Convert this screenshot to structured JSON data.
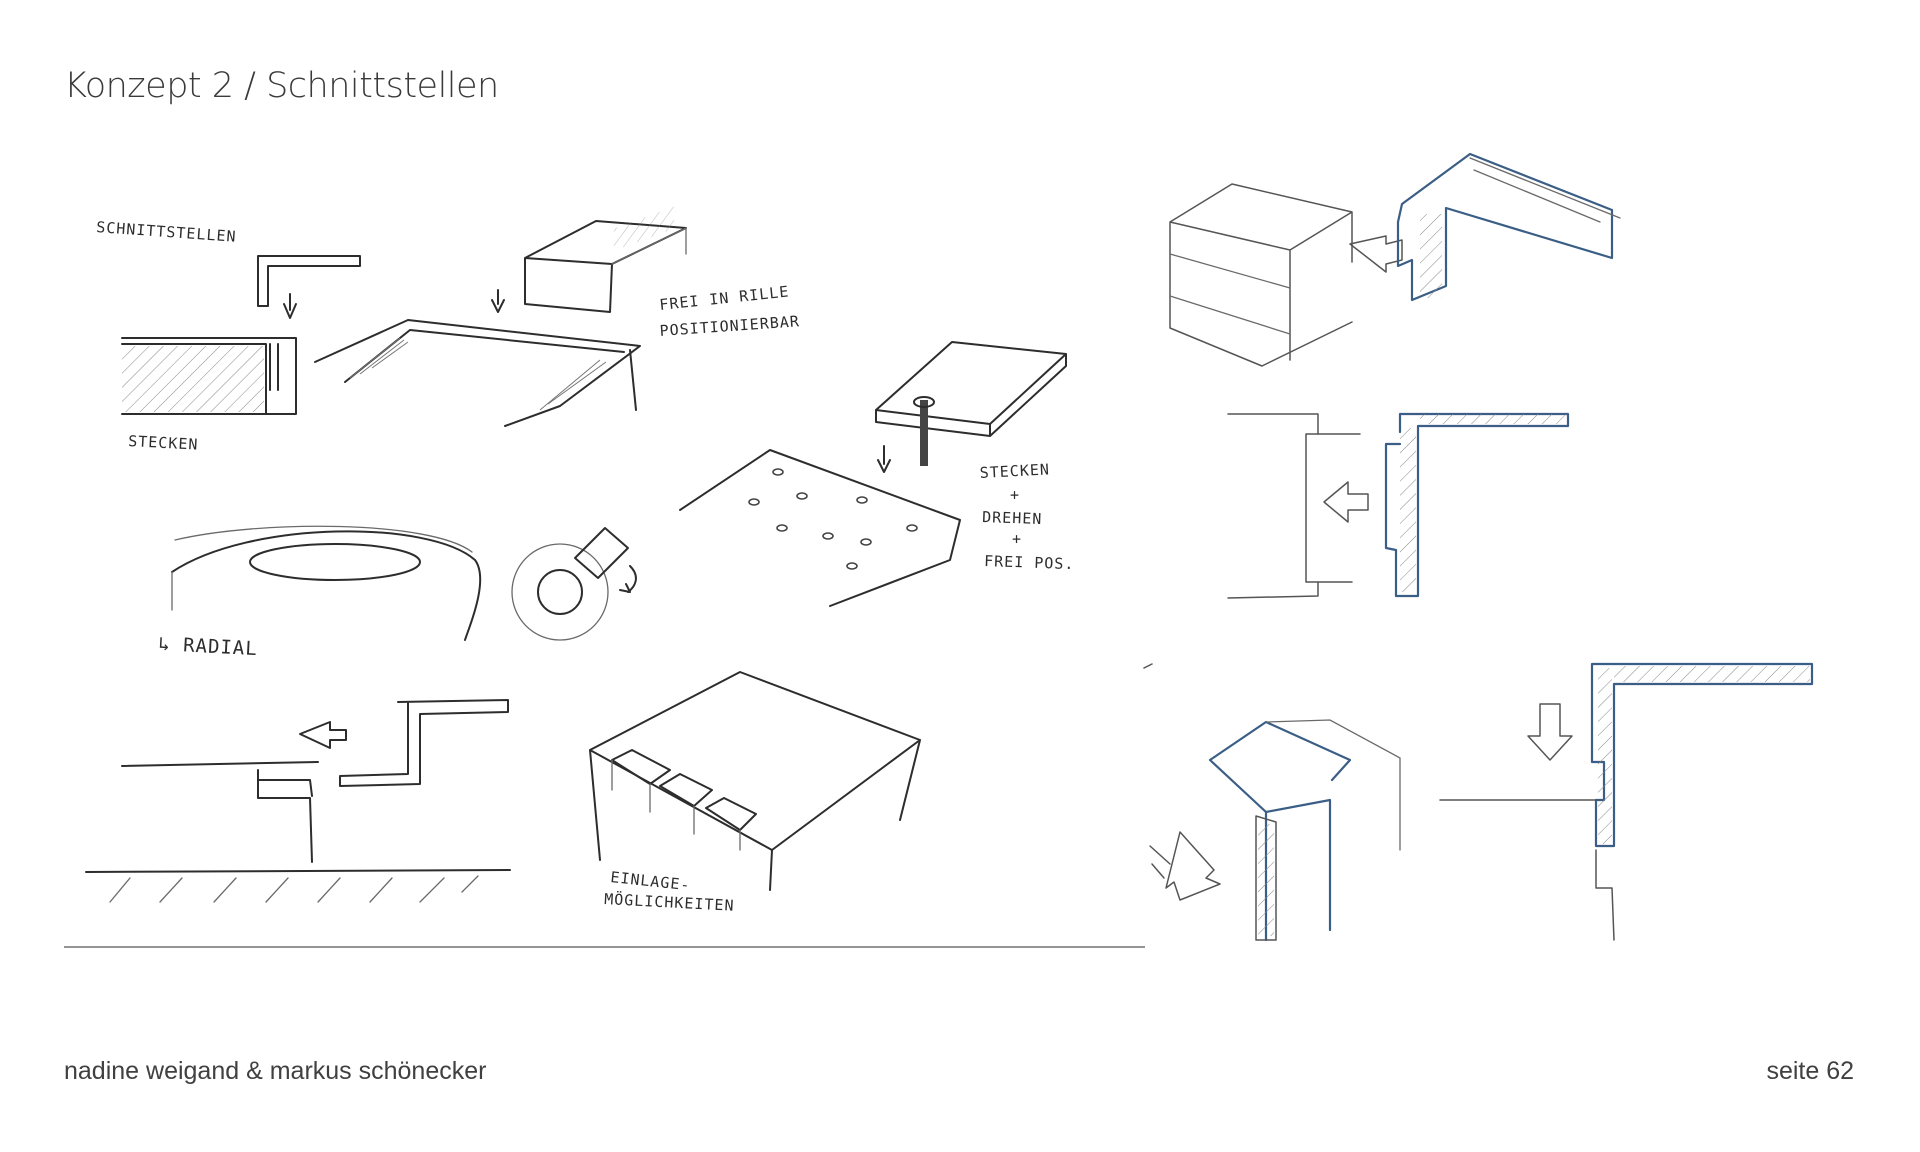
{
  "page": {
    "title": "Konzept 2 / Schnittstellen",
    "footer_left": "nadine weigand & markus schönecker",
    "footer_right": "seite 62"
  },
  "sketch_labels": {
    "schnittstellen": "SCHNITTSTELLEN",
    "stecken": "STECKEN",
    "frei_in_rille": "FREI IN RILLE",
    "positionierbar": "POSITIONIERBAR",
    "stecken_drehen_1": "STECKEN",
    "plus_1": "+",
    "drehen": "DREHEN",
    "plus_2": "+",
    "frei_pos": "FREI POS.",
    "radial": "↳ RADIAL",
    "einlage": "EINLAGE-",
    "moeglichkeiten": "MÖGLICHKEITEN"
  }
}
